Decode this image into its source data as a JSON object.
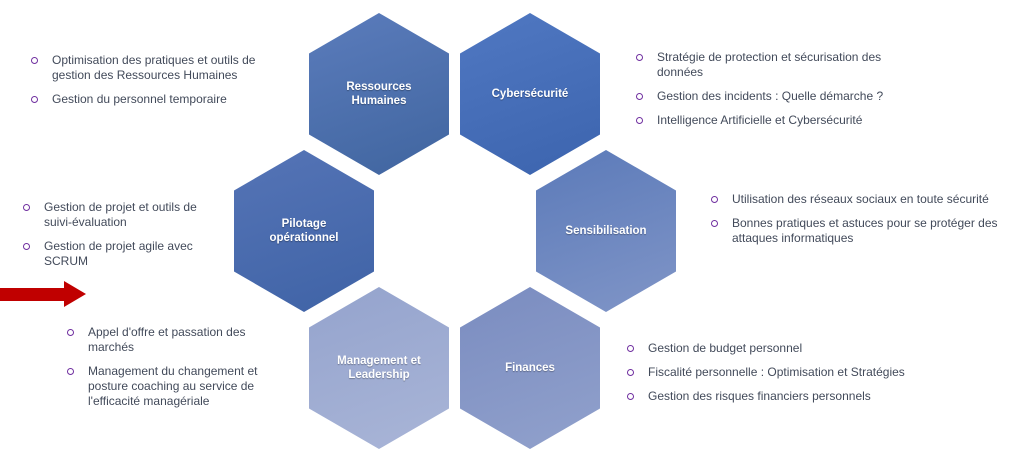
{
  "hexagons": [
    {
      "id": "ressources-humaines",
      "label": "Ressources Humaines",
      "color": "#4a6db0"
    },
    {
      "id": "cybersecurite",
      "label": "Cybersécurité",
      "color": "#446ebb"
    },
    {
      "id": "pilotage-operationnel",
      "label": "Pilotage opérationnel",
      "color": "#4a6cae"
    },
    {
      "id": "sensibilisation",
      "label": "Sensibilisation",
      "color": "#6a86c0"
    },
    {
      "id": "management-leadership",
      "label": "Management et Leadership",
      "color": "#9dabd2"
    },
    {
      "id": "finances",
      "label": "Finances",
      "color": "#8596c6"
    }
  ],
  "bullet_groups": [
    {
      "hexagon": "Ressources Humaines",
      "items": [
        "Optimisation des pratiques et outils de gestion des Ressources Humaines",
        "Gestion du personnel temporaire"
      ]
    },
    {
      "hexagon": "Cybersécurité",
      "items": [
        "Stratégie de protection et sécurisation des données",
        "Gestion des incidents : Quelle démarche ?",
        "Intelligence Artificielle et Cybersécurité"
      ]
    },
    {
      "hexagon": "Pilotage opérationnel",
      "items": [
        "Gestion de projet et outils de suivi-évaluation",
        "Gestion de projet agile avec SCRUM"
      ]
    },
    {
      "hexagon": "Sensibilisation",
      "items": [
        "Utilisation des réseaux sociaux en toute sécurité",
        "Bonnes pratiques et astuces pour se protéger des attaques informatiques"
      ]
    },
    {
      "hexagon": "Management et Leadership",
      "items": [
        "Appel d'offre et passation des marchés",
        "Management du changement et posture coaching au service de l'efficacité managériale"
      ]
    },
    {
      "hexagon": "Finances",
      "items": [
        "Gestion de budget personnel",
        "Fiscalité personnelle : Optimisation et Stratégies",
        "Gestion des risques financiers personnels"
      ]
    }
  ],
  "arrow": {
    "color": "#c00000"
  },
  "colors": {
    "bullet_marker": "#7030a0",
    "body_text": "#424a5a",
    "background": "#ffffff"
  }
}
